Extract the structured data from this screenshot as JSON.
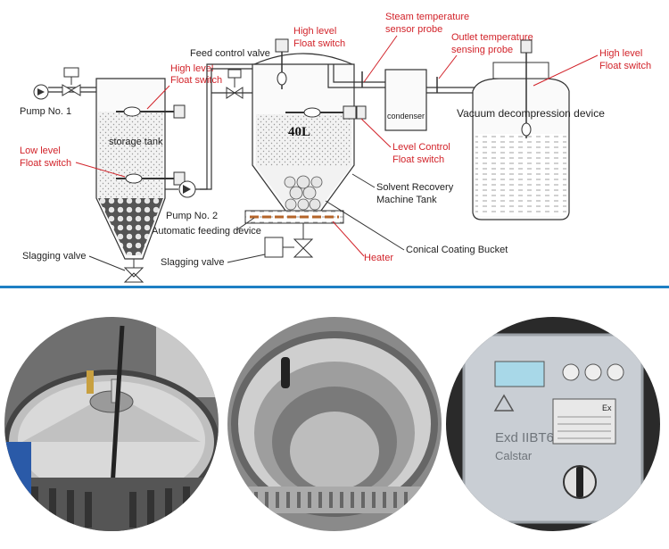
{
  "colors": {
    "divider": "#1e7fc4",
    "callout_red": "#d2232a",
    "line": "#333333"
  },
  "diagram": {
    "labels": {
      "pump_no1": "Pump No. 1",
      "storage_tank": "storage tank",
      "high_level_float_left": [
        "High level",
        "Float switch"
      ],
      "low_level_float": [
        "Low level",
        "Float switch"
      ],
      "pump_no2": "Pump No. 2",
      "automatic_feeding_device": "Automatic feeding device",
      "slagging_valve_left": "Slagging valve",
      "slagging_valve_center": "Slagging valve",
      "feed_control_valve": "Feed control valve",
      "high_level_float_center": [
        "High level",
        "Float switch"
      ],
      "steam_temp_probe": [
        "Steam temperature",
        "sensor probe"
      ],
      "outlet_temp_probe": [
        "Outlet temperature",
        "sensing probe"
      ],
      "high_level_float_right": [
        "High level",
        "Float switch"
      ],
      "condenser": "condenser",
      "vacuum_decompression_device": "Vacuum decompression device",
      "capacity": "40L",
      "level_control_float": [
        "Level Control",
        "Float switch"
      ],
      "solvent_recovery_tank": [
        "Solvent Recovery",
        "Machine Tank"
      ],
      "conical_coating_bucket": "Conical Coating Bucket",
      "heater": "Heater"
    }
  },
  "photos": [
    {
      "subject": "tank-lid-with-valves"
    },
    {
      "subject": "tank-interior"
    },
    {
      "subject": "explosion-proof-control-box",
      "printed_text": [
        "Exd IIBT6",
        "Calstar",
        "Ex"
      ]
    }
  ]
}
